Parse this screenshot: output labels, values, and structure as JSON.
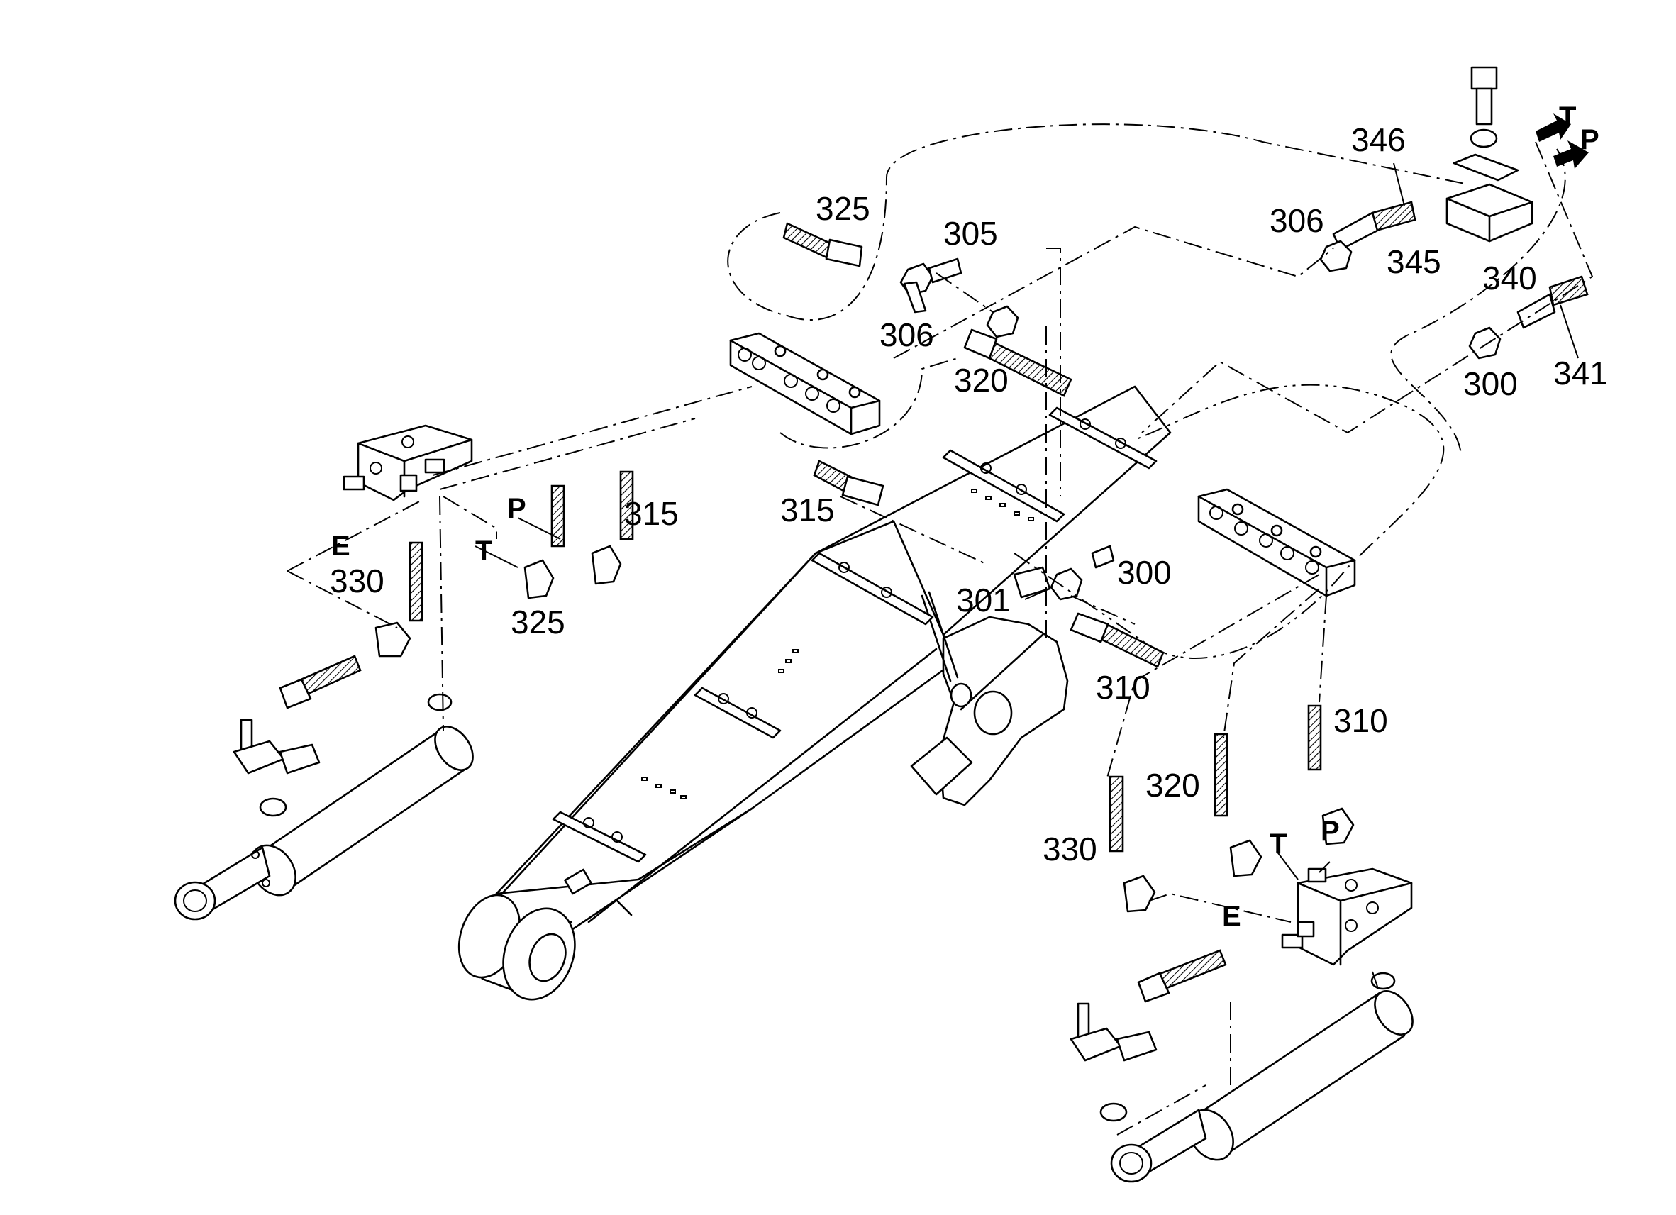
{
  "labels": {
    "l325a": "325",
    "l305": "305",
    "l306a": "306",
    "l320a": "320",
    "l306b": "306",
    "l346": "346",
    "l345": "345",
    "l340": "340",
    "l341": "341",
    "l300a": "300",
    "l315a": "315",
    "l315b": "315",
    "l330a": "330",
    "l325b": "325",
    "l300b": "300",
    "l301": "301",
    "l310a": "310",
    "l310b": "310",
    "l320b": "320",
    "l330b": "330"
  },
  "ports": {
    "t_top": "T",
    "p_top": "P",
    "e_left": "E",
    "p_left": "P",
    "t_left": "T",
    "t_right": "T",
    "p_right": "P",
    "e_right": "E"
  }
}
